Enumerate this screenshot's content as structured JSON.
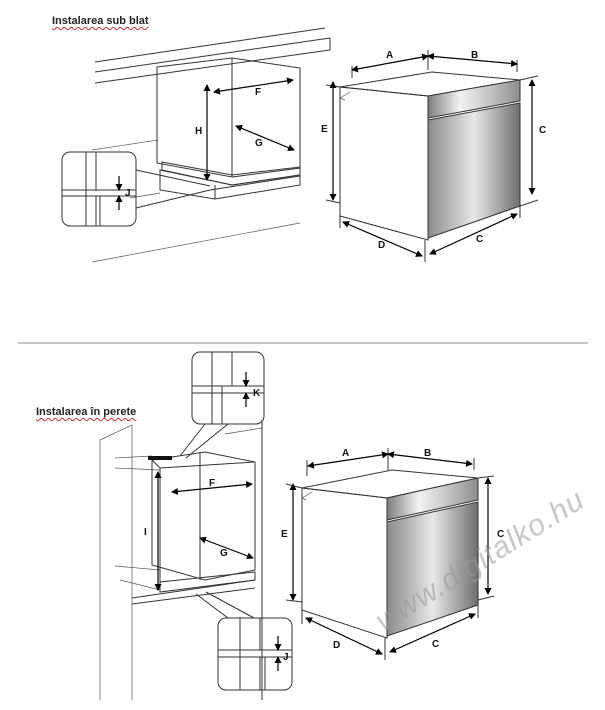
{
  "titles": {
    "top": "Instalarea sub blat",
    "bottom": "Instalarea în perete"
  },
  "labels": {
    "A": "A",
    "B": "B",
    "C": "C",
    "D": "D",
    "E": "E",
    "F": "F",
    "G": "G",
    "H": "H",
    "I": "I",
    "J": "J",
    "K": "K"
  },
  "watermark": "www.digitalko.hu",
  "colors": {
    "accent_underline": "#d42a2a",
    "line": "#333333",
    "watermark": "#9a9a9a"
  }
}
